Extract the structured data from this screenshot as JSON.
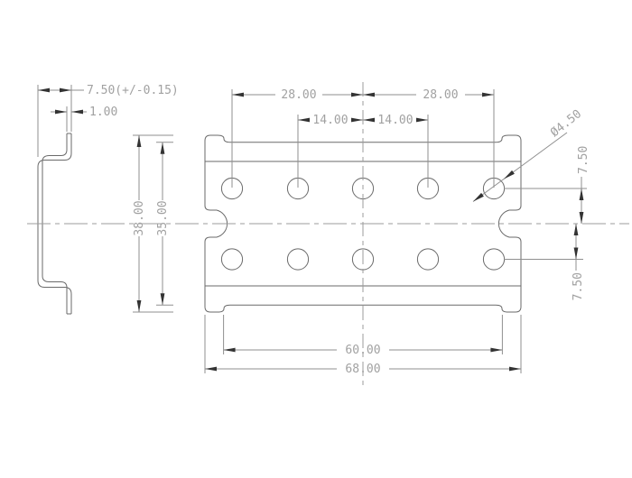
{
  "drawing": {
    "title": "din-rail-technical-drawing",
    "colors": {
      "background": "#ffffff",
      "outline": "#6a6a6a",
      "dimension": "#8f8f8f",
      "centerline": "#9b9b9b",
      "text": "#a1a1a1",
      "arrow": "#333333"
    },
    "dims": {
      "side_width": "7.50(+/-0.15)",
      "side_thickness": "1.00",
      "pitch_left": "28.00",
      "pitch_right": "28.00",
      "half_pitch_left": "14.00",
      "half_pitch_right": "14.00",
      "overall_height": "38.00",
      "inner_height": "35.00",
      "hole_span": "60.00",
      "overall_length": "68.00",
      "hole_diameter": "Ø4.50",
      "row_offset_upper": "7.50",
      "row_offset_lower": "7.50"
    }
  }
}
